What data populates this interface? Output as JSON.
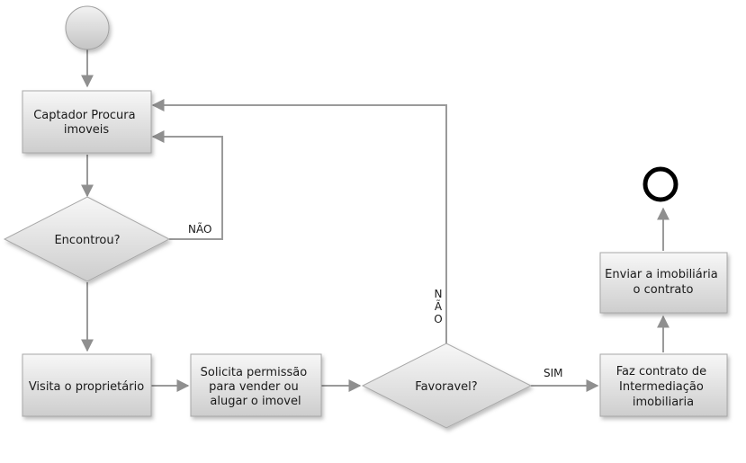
{
  "nodes": {
    "captador": {
      "lines": [
        "Captador Procura",
        "imoveis"
      ]
    },
    "encontrou": {
      "lines": [
        "Encontrou?"
      ]
    },
    "visita": {
      "lines": [
        "Visita o proprietário"
      ]
    },
    "solicita": {
      "lines": [
        "Solicita permissão",
        "para vender ou",
        "alugar o imovel"
      ]
    },
    "favoravel": {
      "lines": [
        "Favoravel?"
      ]
    },
    "contrato": {
      "lines": [
        "Faz contrato de",
        "Intermediação",
        "imobiliaria"
      ]
    },
    "enviar": {
      "lines": [
        "Enviar a imobiliária",
        "o contrato"
      ]
    }
  },
  "edge_labels": {
    "encontrou_no": "NÃO",
    "favoravel_no": "NÃO",
    "favoravel_yes": "SIM"
  },
  "colors": {
    "box_top": "#f7f7f7",
    "box_bottom": "#cdcdcd",
    "connector": "#9a9a9a",
    "start_top": "#f2f2f2",
    "start_bottom": "#c4c4c4",
    "end_stroke": "#000000"
  }
}
